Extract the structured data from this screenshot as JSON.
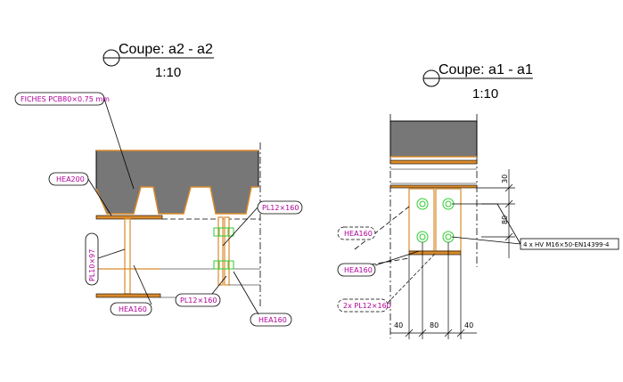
{
  "section_left": {
    "title": "Coupe: a2 - a2",
    "scale": "1:10"
  },
  "section_right": {
    "title": "Coupe: a1 - a1",
    "scale": "1:10"
  },
  "labels_left": {
    "fiches": "FICHES PCB80×0.75 mm",
    "hea200": "HEA200",
    "pl10": "PL10×97",
    "hea160_a": "HEA160",
    "pl12_top": "PL12×160",
    "pl12_bottom": "PL12×160",
    "hea160_b": "HEA160"
  },
  "labels_right": {
    "hea160_dashed": "HEA160",
    "hea160": "HEA160",
    "pl12_2x": "2x PL12×160",
    "bolts": "4 x HV  M16×50-EN14399-4"
  },
  "dims_right": {
    "h1": "30",
    "h2": "80",
    "w1": "40",
    "w2": "80",
    "w3": "40"
  },
  "colors": {
    "label": "#b0009a",
    "steel": "#d98a2b",
    "slab": "#777777",
    "bolt": "#2ecc2e"
  }
}
